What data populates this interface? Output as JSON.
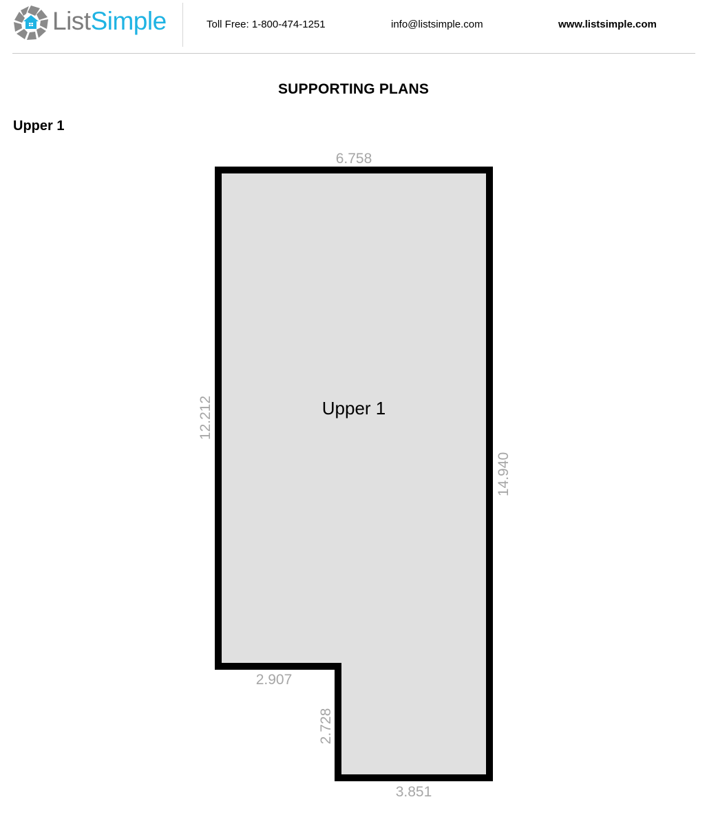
{
  "header": {
    "logo": {
      "icon": "camera-aperture-house-icon",
      "name_part1": "List",
      "name_part2": "Simple",
      "colors": {
        "list": "#7d7d7d",
        "simple": "#1fb3e3"
      }
    },
    "phone": "Toll Free: 1-800-474-1251",
    "email": "info@listsimple.com",
    "website": "www.listsimple.com"
  },
  "page_title": "SUPPORTING PLANS",
  "section_title": "Upper 1",
  "floor_plan": {
    "room_label": "Upper 1",
    "fill_color": "#e0e0e0",
    "wall_color": "#000000",
    "dimensions": {
      "top": "6.758",
      "left": "12.212",
      "right": "14.940",
      "notch_horizontal": "2.907",
      "notch_vertical": "2.728",
      "bottom": "3.851"
    }
  }
}
